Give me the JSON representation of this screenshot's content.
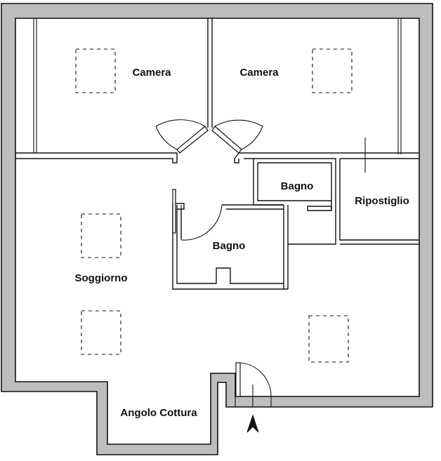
{
  "plan": {
    "rooms": [
      {
        "id": "camera-left",
        "label": "Camera"
      },
      {
        "id": "camera-right",
        "label": "Camera"
      },
      {
        "id": "bagno-upper",
        "label": "Bagno"
      },
      {
        "id": "ripostiglio",
        "label": "Ripostiglio"
      },
      {
        "id": "bagno-lower",
        "label": "Bagno"
      },
      {
        "id": "soggiorno",
        "label": "Soggiorno"
      },
      {
        "id": "angolo-cottura",
        "label": "Angolo Cottura"
      }
    ],
    "entrance_marker": "north-arrow-icon",
    "colors": {
      "wall_fill": "#bdbdbd",
      "line": "#111111",
      "background": "#ffffff"
    }
  }
}
